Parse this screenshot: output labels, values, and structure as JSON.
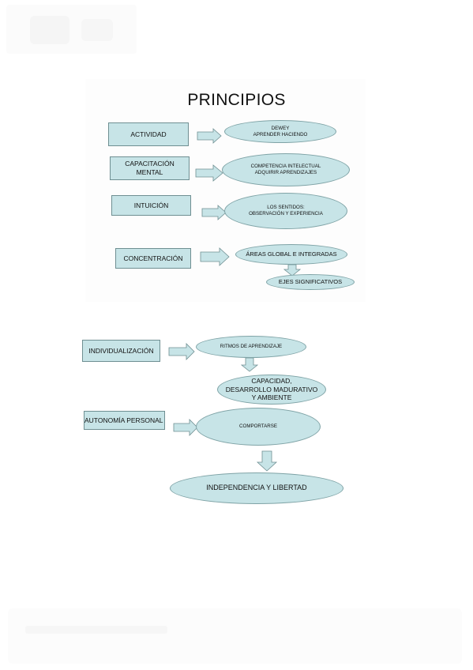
{
  "title": "PRINCIPIOS",
  "section_top": {
    "actividad": {
      "box": "ACTIVIDAD",
      "oval": "DEWEY\nAPRENDER HACIENDO"
    },
    "capacitacion": {
      "box": "CAPACITACIÓN\nMENTAL",
      "oval": "COMPETENCIA INTELECTUAL\nADQUIRIR APRENDIZAJES"
    },
    "intuicion": {
      "box": "INTUICIÓN",
      "oval": "LOS SENTIDOS:\nOBSERVACIÓN Y EXPERIENCIA"
    },
    "concentracion": {
      "box": "CONCENTRACIÓN",
      "oval": "ÁREAS GLOBAL E INTEGRADAS",
      "sub_oval": "EJES SIGNIFICATIVOS"
    }
  },
  "section_bottom": {
    "individualizacion": {
      "box": "INDIVIDUALIZACIÓN",
      "oval": "RITMOS DE APRENDIZAJE",
      "sub_oval": "CAPACIDAD,\nDESARROLLO MADURATIVO\nY AMBIENTE"
    },
    "autonomia": {
      "box": "AUTONOMÍA PERSONAL",
      "oval": "COMPORTARSE",
      "sub_oval": "INDEPENDENCIA Y LIBERTAD"
    }
  },
  "colors": {
    "fill": "#c7e4e7",
    "stroke": "#6f8f92"
  }
}
